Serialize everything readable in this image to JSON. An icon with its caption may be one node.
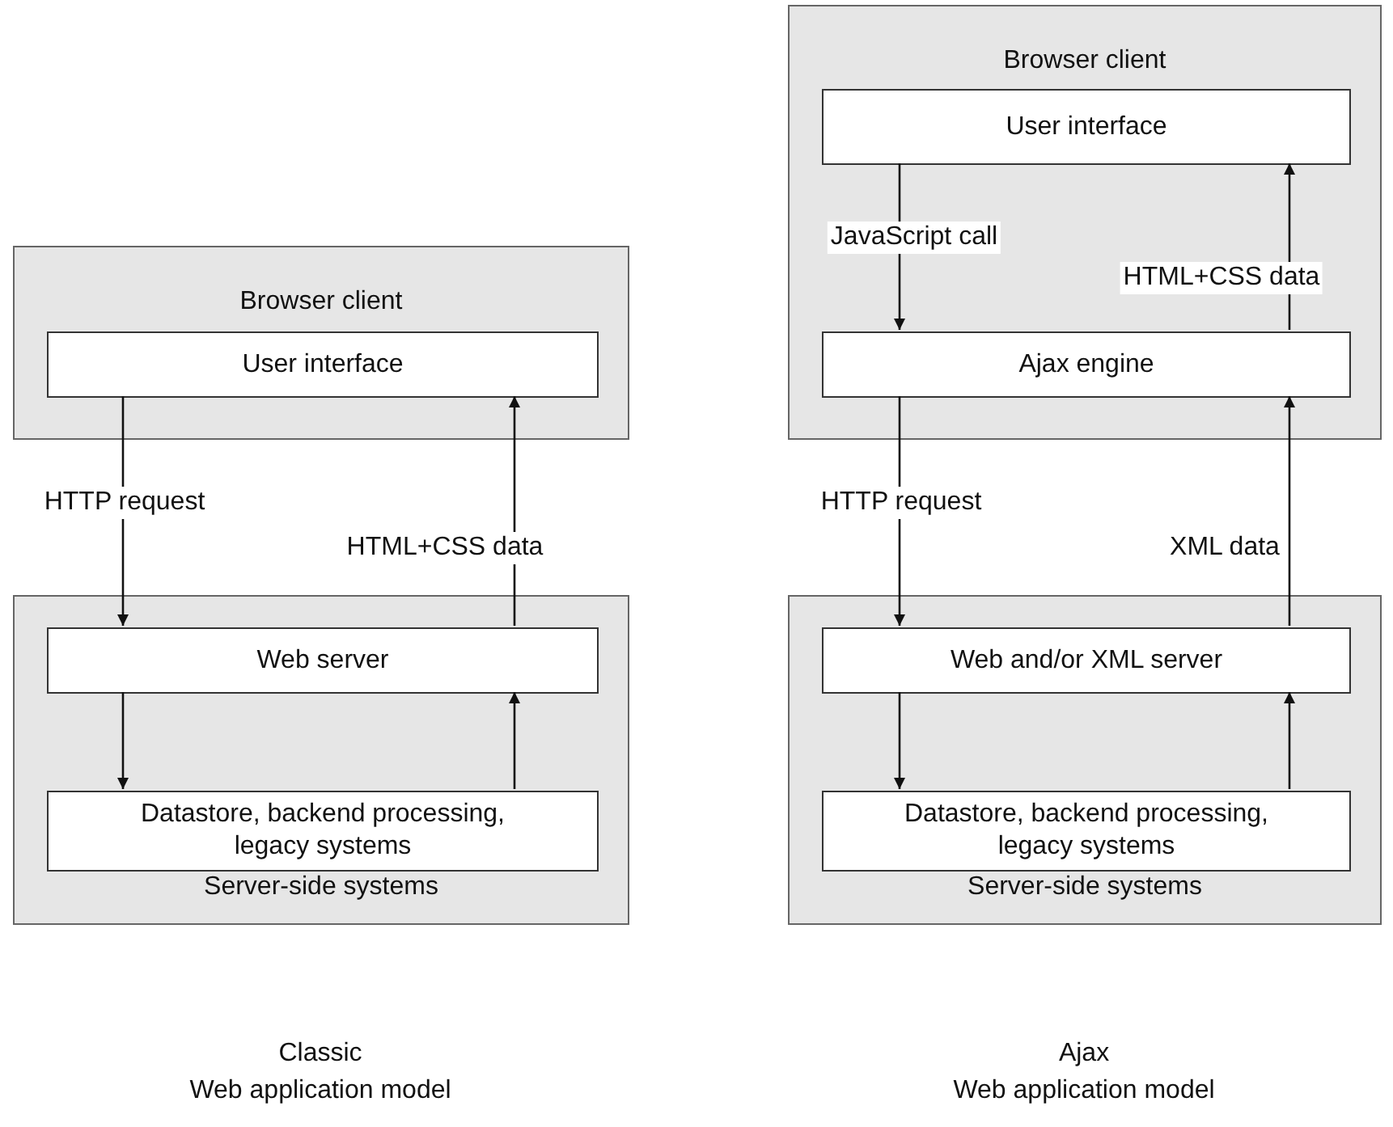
{
  "diagram": {
    "nodes": [
      {
        "text": [
          "Browser client"
        ]
      },
      {
        "text": [
          "User interface"
        ],
        "in": 0
      },
      {
        "text": [
          "Server-side systems"
        ]
      },
      {
        "text": [
          "Web server"
        ],
        "in": 2
      },
      {
        "text": [
          "Datastore, backend processing, legacy systems"
        ],
        "in": 2
      },
      {
        "text": [
          "Browser client"
        ]
      },
      {
        "text": [
          "User interface"
        ],
        "in": 5
      },
      {
        "text": [
          "Ajax engine"
        ],
        "in": 5
      },
      {
        "text": [
          "Server-side systems"
        ]
      },
      {
        "text": [
          "Web and/or XML server"
        ],
        "in": 8
      },
      {
        "text": [
          "Datastore, backend processing, legacy systems"
        ],
        "in": 8
      }
    ],
    "edges": [
      {
        "from": 1,
        "to": 3,
        "arrow": "to",
        "label": "HTTP request"
      },
      {
        "from": 3,
        "to": 1,
        "arrow": "to",
        "label": "HTML+CSS data"
      },
      {
        "from": 3,
        "to": 4,
        "arrow": "to"
      },
      {
        "from": 4,
        "to": 3,
        "arrow": "to"
      },
      {
        "from": 6,
        "to": 7,
        "arrow": "to",
        "label": "JavaScript call"
      },
      {
        "from": 7,
        "to": 6,
        "arrow": "to",
        "label": "HTML+CSS data"
      },
      {
        "from": 7,
        "to": 9,
        "arrow": "to",
        "label": "HTTP request"
      },
      {
        "from": 9,
        "to": 7,
        "arrow": "to",
        "label": "XML data"
      },
      {
        "from": 9,
        "to": 10,
        "arrow": "to"
      },
      {
        "from": 10,
        "to": 9,
        "arrow": "to"
      }
    ],
    "labels": [
      "Classic",
      "Web application model",
      "Ajax",
      "Web application model"
    ]
  }
}
